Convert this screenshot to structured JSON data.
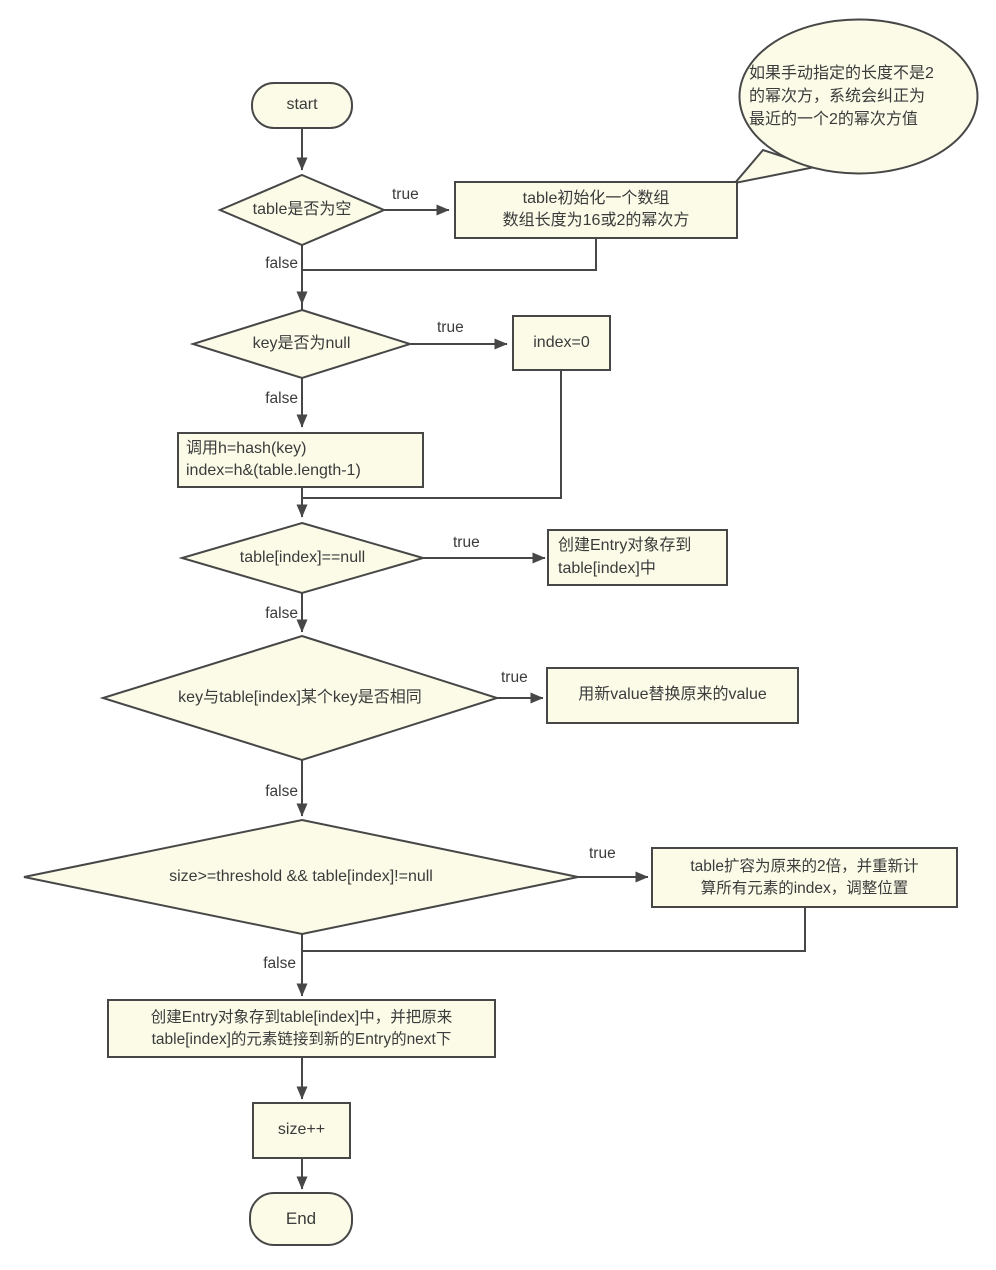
{
  "diagram": {
    "nodes": {
      "start": "start",
      "decision_table_empty": "table是否为空",
      "init_table": "table初始化一个数组\n数组长度为16或2的幂次方",
      "callout": "如果手动指定的长度不是2\n的幂次方，系统会纠正为\n最近的一个2的幂次方值",
      "decision_key_null": "key是否为null",
      "index_zero": "index=0",
      "hash_index": "调用h=hash(key)\nindex=h&(table.length-1)",
      "decision_index_null": "table[index]==null",
      "create_entry": "创建Entry对象存到\ntable[index]中",
      "decision_key_equal": "key与table[index]某个key是否相同",
      "replace_value": "用新value替换原来的value",
      "decision_resize": "size>=threshold && table[index]!=null",
      "resize_table": "table扩容为原来的2倍，并重新计\n算所有元素的index，调整位置",
      "create_entry_link": "创建Entry对象存到table[index]中，并把原来\ntable[index]的元素链接到新的Entry的next下",
      "size_increment": "size++",
      "end": "End"
    },
    "labels": {
      "true": "true",
      "false": "false"
    },
    "colors": {
      "node_fill": "#fbfbe8",
      "node_border": "#474747",
      "line": "#474747",
      "text": "#3b3b3b",
      "background": "#ffffff"
    }
  }
}
